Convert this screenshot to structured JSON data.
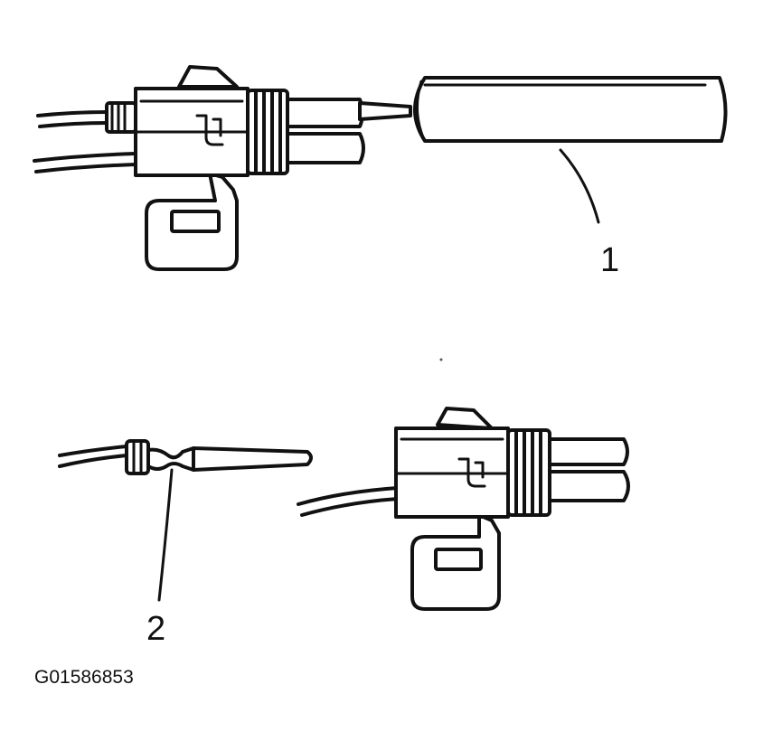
{
  "diagram": {
    "callouts": [
      {
        "id": "1",
        "label": "1"
      },
      {
        "id": "2",
        "label": "2"
      }
    ],
    "figure_code": "G01586853",
    "colors": {
      "ink": "#111111",
      "background": "#ffffff"
    }
  }
}
